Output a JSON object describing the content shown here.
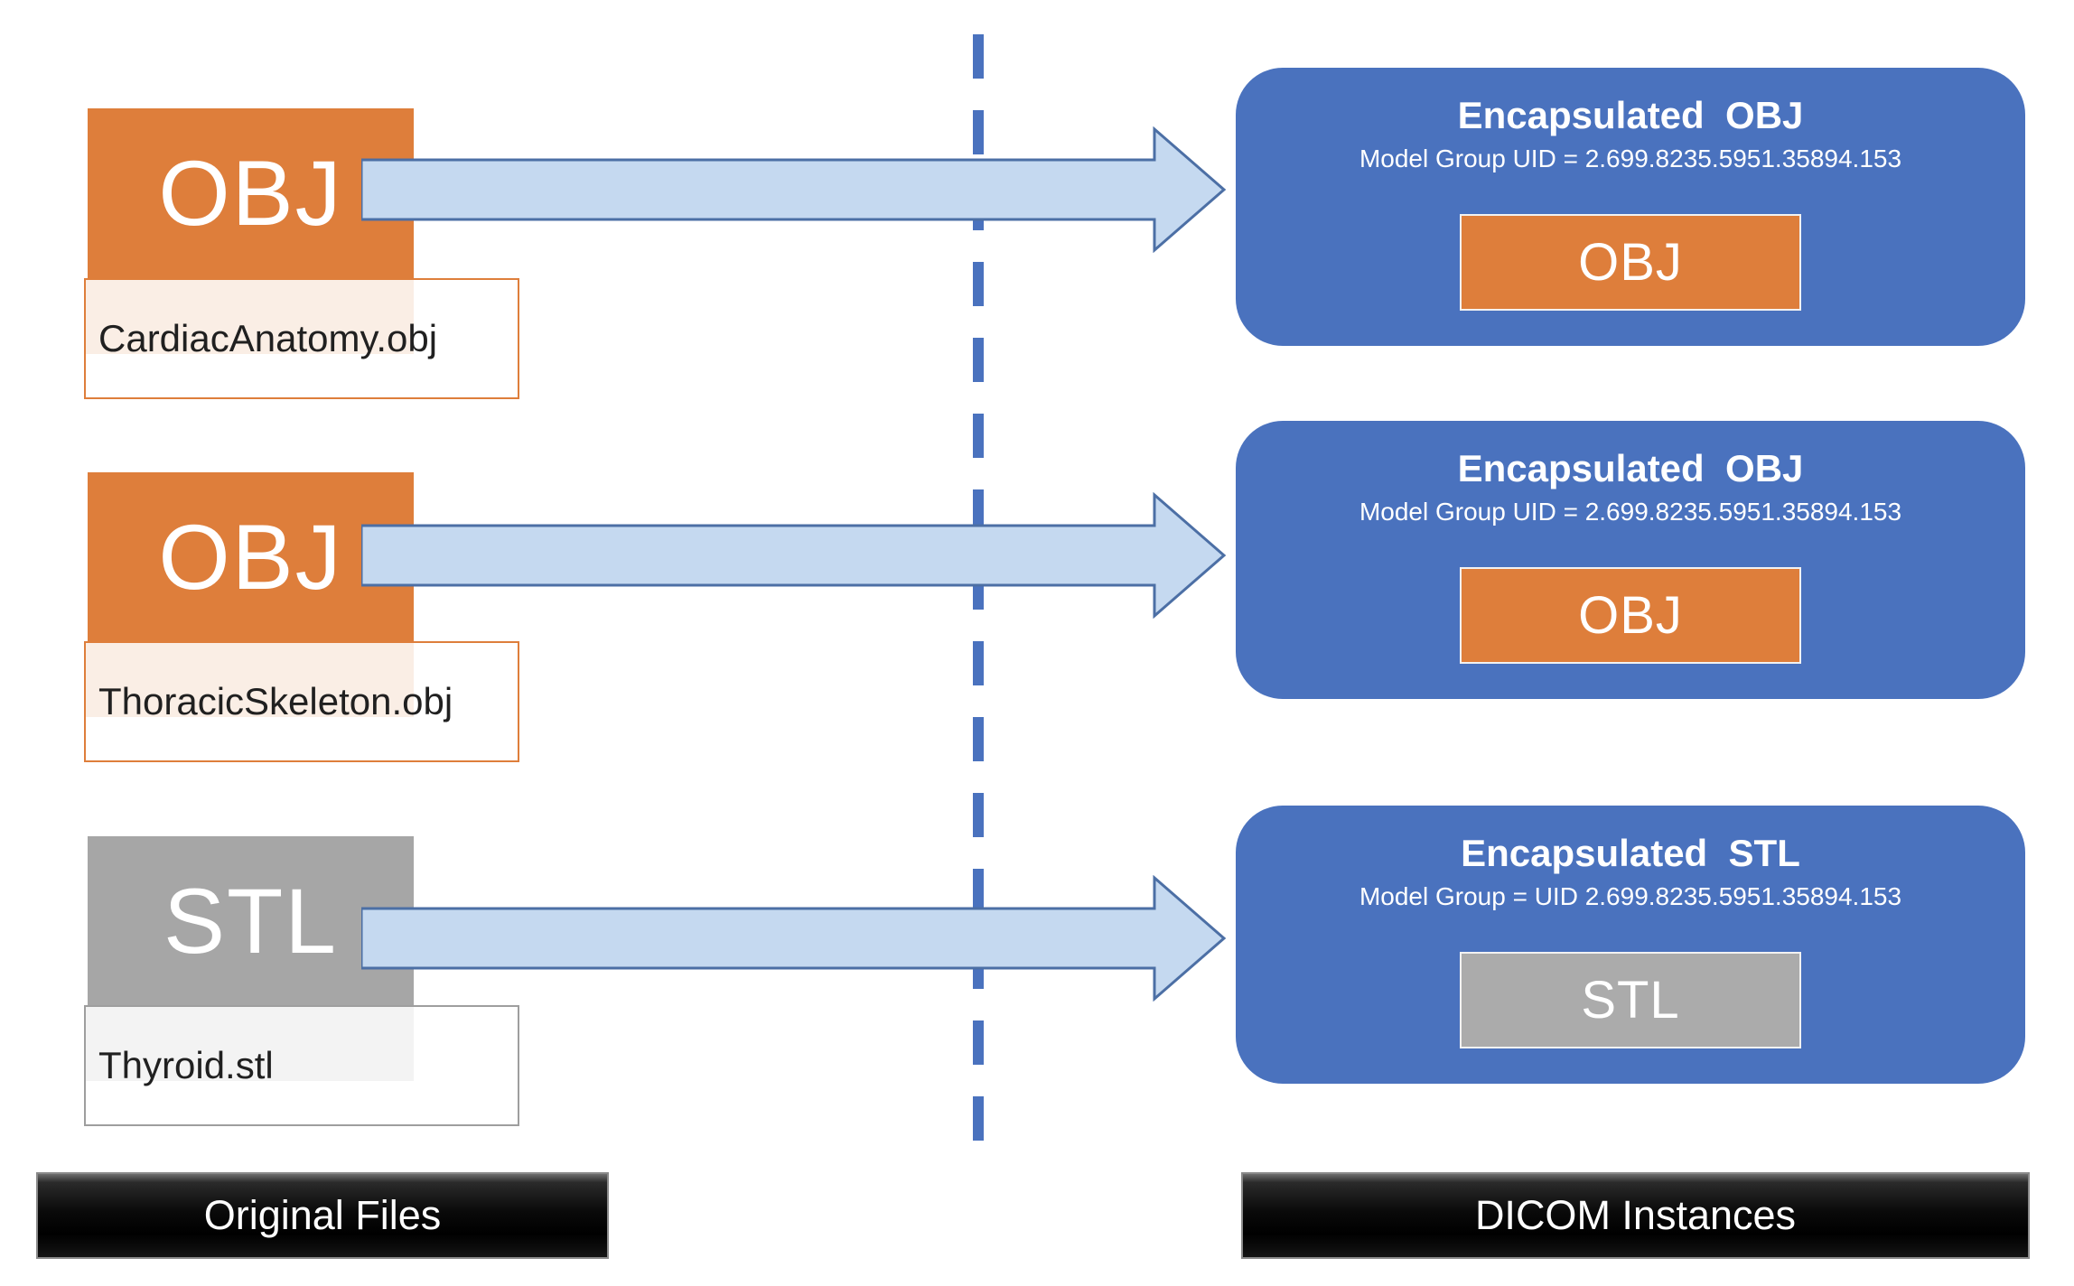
{
  "left_panel": {
    "files": [
      {
        "type": "OBJ",
        "filename": "CardiacAnatomy.obj"
      },
      {
        "type": "OBJ",
        "filename": "ThoracicSkeleton.obj"
      },
      {
        "type": "STL",
        "filename": "Thyroid.stl"
      }
    ],
    "footer_label": "Original Files"
  },
  "right_panel": {
    "instances": [
      {
        "title": "Encapsulated  OBJ",
        "uid_line": "Model Group UID = 2.699.8235.5951.35894.153",
        "type": "OBJ"
      },
      {
        "title": "Encapsulated  OBJ",
        "uid_line": "Model Group UID = 2.699.8235.5951.35894.153",
        "type": "OBJ"
      },
      {
        "title": "Encapsulated  STL",
        "uid_line": "Model Group = UID 2.699.8235.5951.35894.153",
        "type": "STL"
      }
    ],
    "footer_label": "DICOM Instances"
  },
  "colors": {
    "obj_orange": "#DE7E3B",
    "stl_gray": "#A6A6A6",
    "instance_blue": "#4A72BE",
    "arrow_fill": "#C5D9F0",
    "arrow_border": "#4C6FA5",
    "divider_blue": "#4A72BE",
    "footer_black": "#000000"
  }
}
